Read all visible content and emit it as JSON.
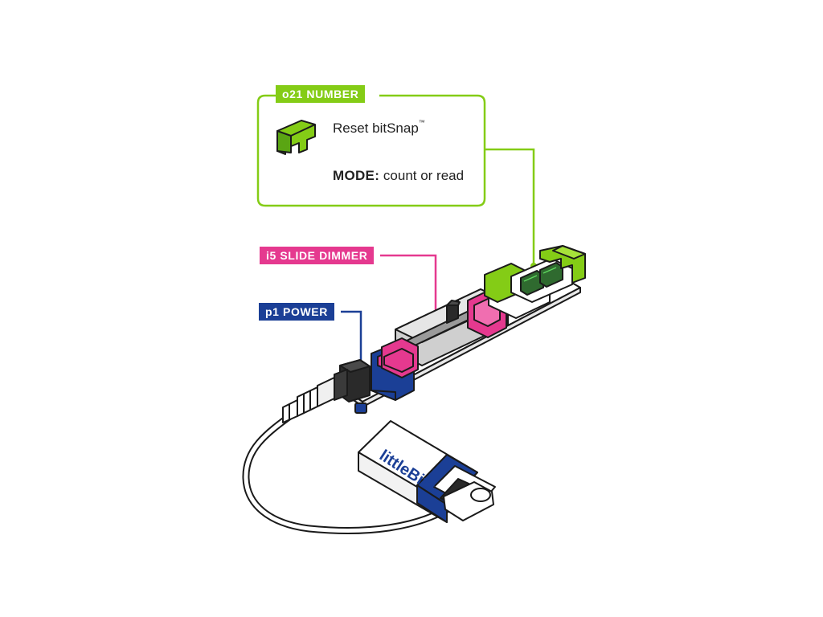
{
  "number_module": {
    "tag": "o21 NUMBER",
    "snap_label": "Reset bitSnap",
    "snap_mark": "™",
    "mode_key": "MODE:",
    "mode_value": "count or read"
  },
  "dimmer_module": {
    "tag": "i5 SLIDE DIMMER"
  },
  "power_module": {
    "tag": "p1 POWER"
  },
  "battery": {
    "brand": "littleBits"
  },
  "colors": {
    "green": "#84cc16",
    "pink": "#e5398f",
    "blue": "#1b3f96",
    "outline": "#1a1a1a"
  }
}
